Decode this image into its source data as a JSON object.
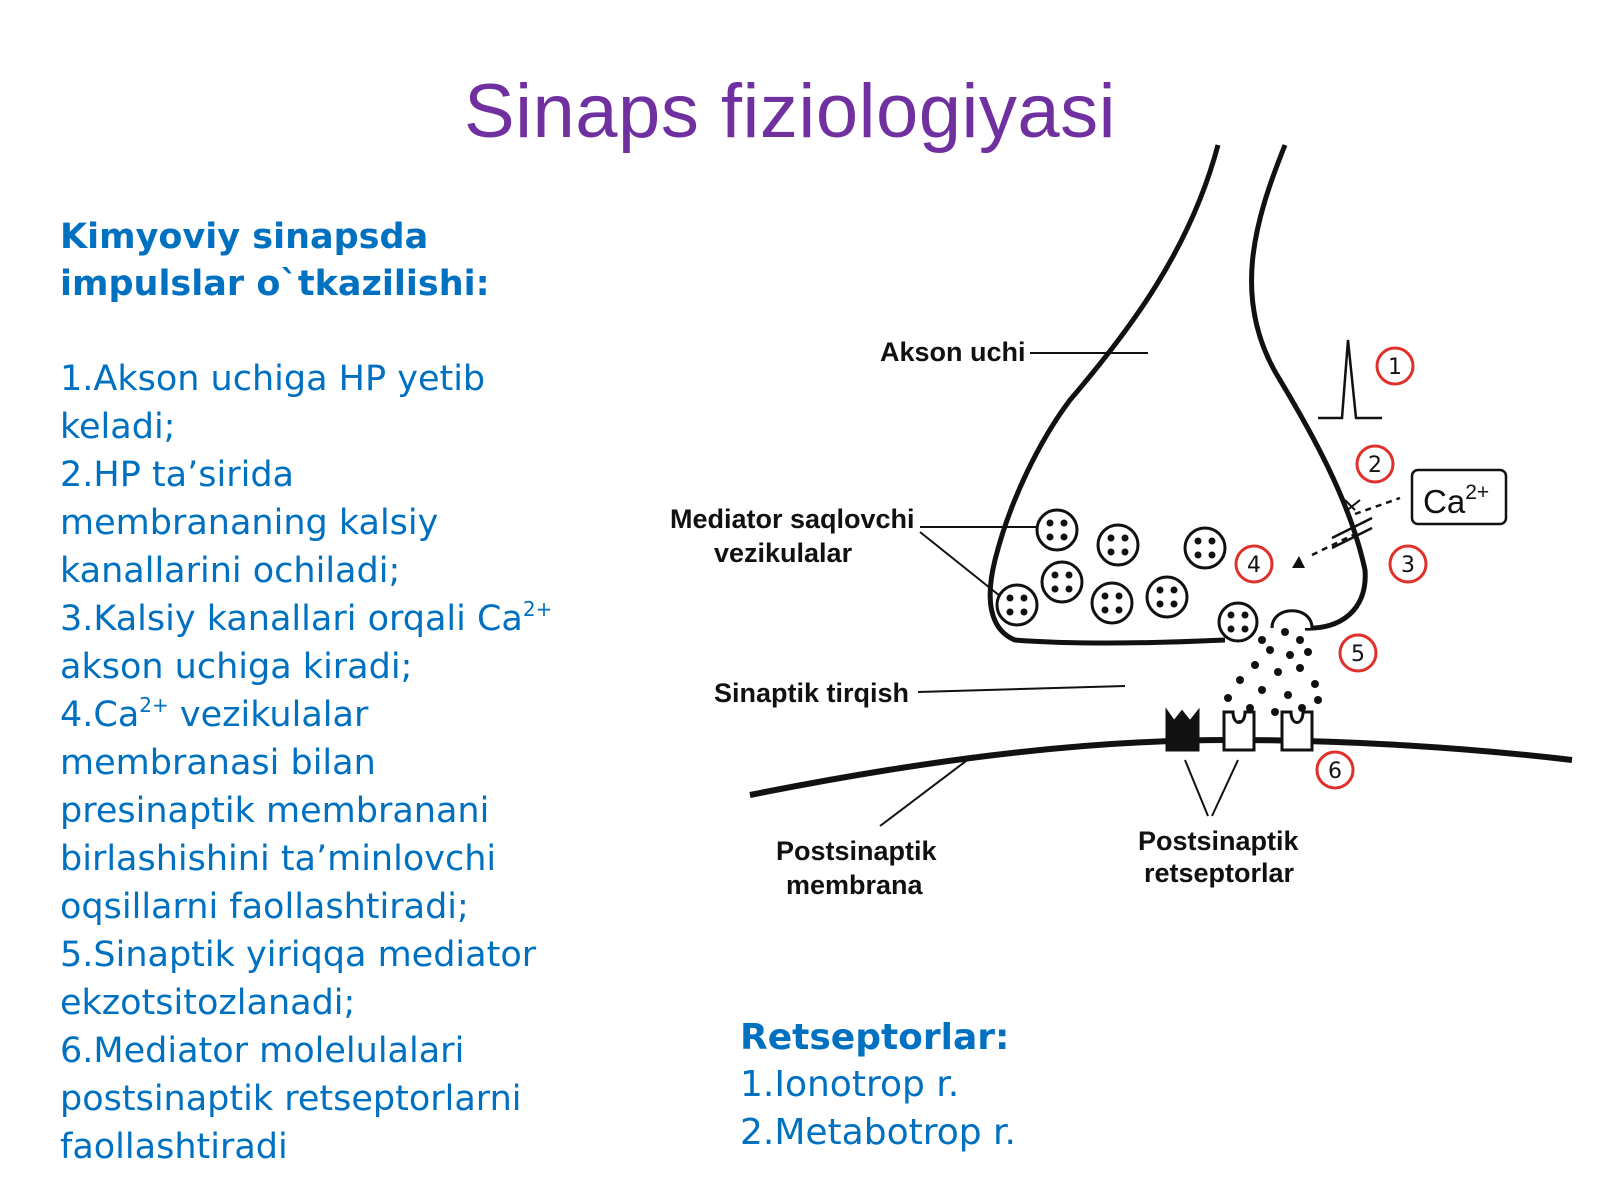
{
  "title": "Sinaps fiziologiyasi",
  "left": {
    "heading_line1": "Kimyoviy sinapsda",
    "heading_line2": "impulslar o`tkazilishi:",
    "steps": [
      "1.Akson uchiga HP yetib",
      "keladi;",
      "2.HP ta’sirida",
      "membrananing kalsiy",
      "kanallarini ochiladi;",
      "3.Kalsiy kanallari orqali Ca",
      "akson uchiga kiradi;",
      "4.Ca",
      "membranasi bilan",
      "presinaptik membranani",
      "birlashishini ta’minlovchi",
      "oqsillarni faollashtiradi;",
      "5.Sinaptik yiriqqa mediator",
      "ekzotsitozlanadi;",
      "6.Mediator molelulalari",
      "postsinaptik retseptorlarni",
      "faollashtiradi"
    ],
    "superscript_ca": "2+",
    "step4_rest": " vezikulalar"
  },
  "diagram": {
    "labels": {
      "akson_uchi": "Akson uchi",
      "mediator_line1": "Mediator saqlovchi",
      "mediator_line2": "vezikulalar",
      "sinaptik_tirqish": "Sinaptik tirqish",
      "postsinaptik_membrana_line1": "Postsinaptik",
      "postsinaptik_membrana_line2": "membrana",
      "postsinaptik_retseptorlar_line1": "Postsinaptik",
      "postsinaptik_retseptorlar_line2": "retseptorlar",
      "ca_box": "Ca",
      "ca_sup": "2+"
    },
    "step_numbers": [
      "1",
      "2",
      "3",
      "4",
      "5",
      "6"
    ],
    "accent_red": "#e0302a"
  },
  "receptors": {
    "heading": "Retseptorlar:",
    "items": [
      "1.Ionotrop r.",
      "2.Metabotrop r."
    ]
  }
}
